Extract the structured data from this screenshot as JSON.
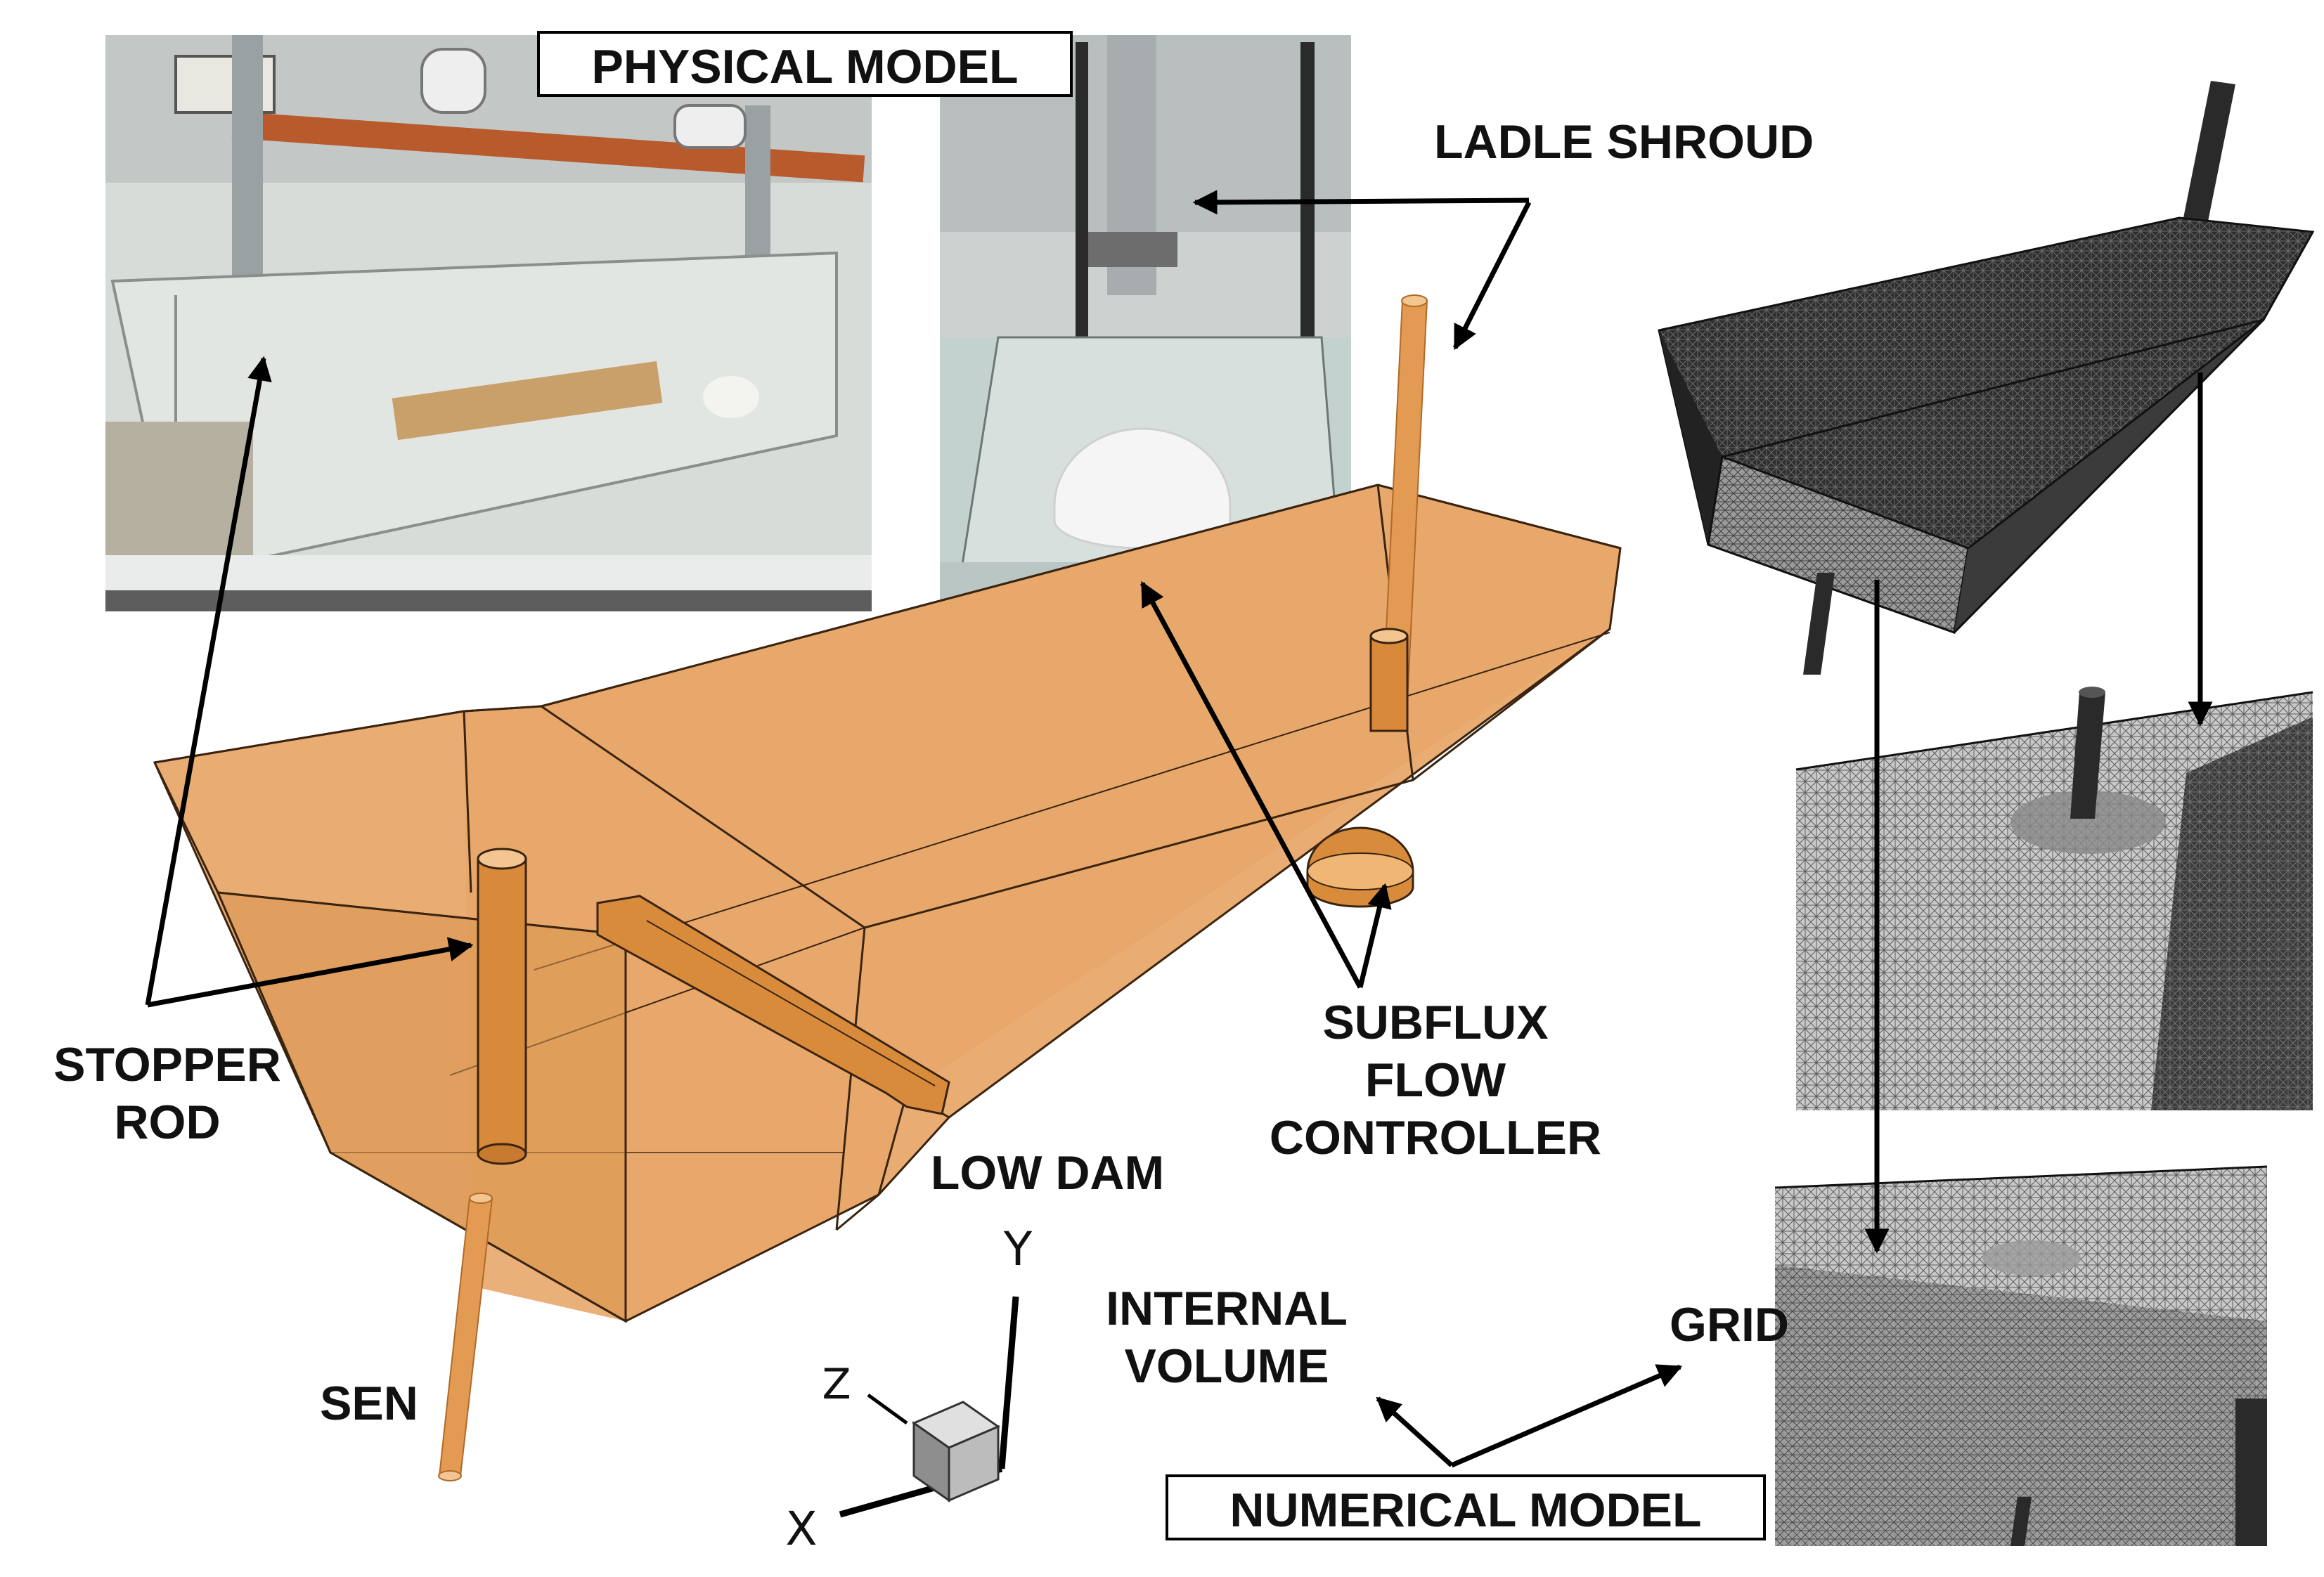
{
  "labels": {
    "physical_model": "PHYSICAL MODEL",
    "ladle_shroud": "LADLE SHROUD",
    "stopper_rod_1": "STOPPER",
    "stopper_rod_2": "ROD",
    "subflux_1": "SUBFLUX",
    "subflux_2": "FLOW",
    "subflux_3": "CONTROLLER",
    "low_dam": "LOW DAM",
    "sen": "SEN",
    "internal_volume_1": "INTERNAL",
    "internal_volume_2": "VOLUME",
    "grid": "GRID",
    "numerical_model": "NUMERICAL MODEL"
  },
  "axes": {
    "x": "X",
    "y": "Y",
    "z": "Z"
  },
  "colors": {
    "tundish_fill": "#e8a86a",
    "tundish_edge": "#3a2410",
    "mesh_dark": "#2b2b2b",
    "mesh_light": "#8a8a8a",
    "arrow": "#000000",
    "photo_bg": "#cfd4d2"
  }
}
